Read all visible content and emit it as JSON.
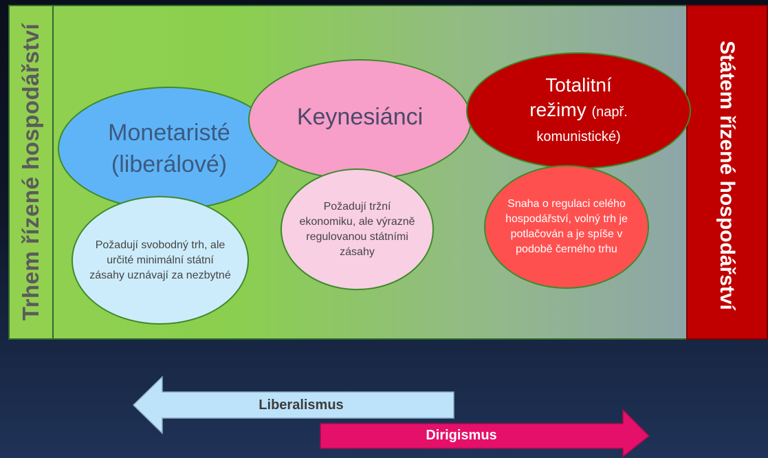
{
  "left_bar": {
    "title": "Trhem řízené hospodářství"
  },
  "right_bar": {
    "title": "Státem řízené hospodářství"
  },
  "groups": {
    "monetarists": {
      "title_line1": "Monetaristé",
      "title_line2": "(liberálové)",
      "description": "Požadují svobodný trh, ale určité minimální státní zásahy uznávají za nezbytné"
    },
    "keynesians": {
      "title": "Keynesiánci",
      "description": "Požadují tržní ekonomiku, ale výrazně regulovanou státními zásahy"
    },
    "totalitarian": {
      "title_line1": "Totalitní",
      "title_line2_main": "režimy",
      "title_line2_small": "(např.",
      "title_line3": "komunistické)",
      "description": "Snaha o regulaci celého hospodářství, volný trh je potlačován a je spíše v podobě černého trhu"
    }
  },
  "arrows": {
    "liberalism": "Liberalismus",
    "dirigisme": "Dirigismus"
  },
  "colors": {
    "green": "#92d050",
    "red": "#c00000",
    "blue": "#5fb4f7",
    "pink": "#f79ec9",
    "light_blue": "#ccecfb",
    "light_pink": "#f9cfe3",
    "coral": "#ff5050",
    "arrow_blue": "#bde3fb",
    "arrow_magenta": "#e5106a"
  }
}
